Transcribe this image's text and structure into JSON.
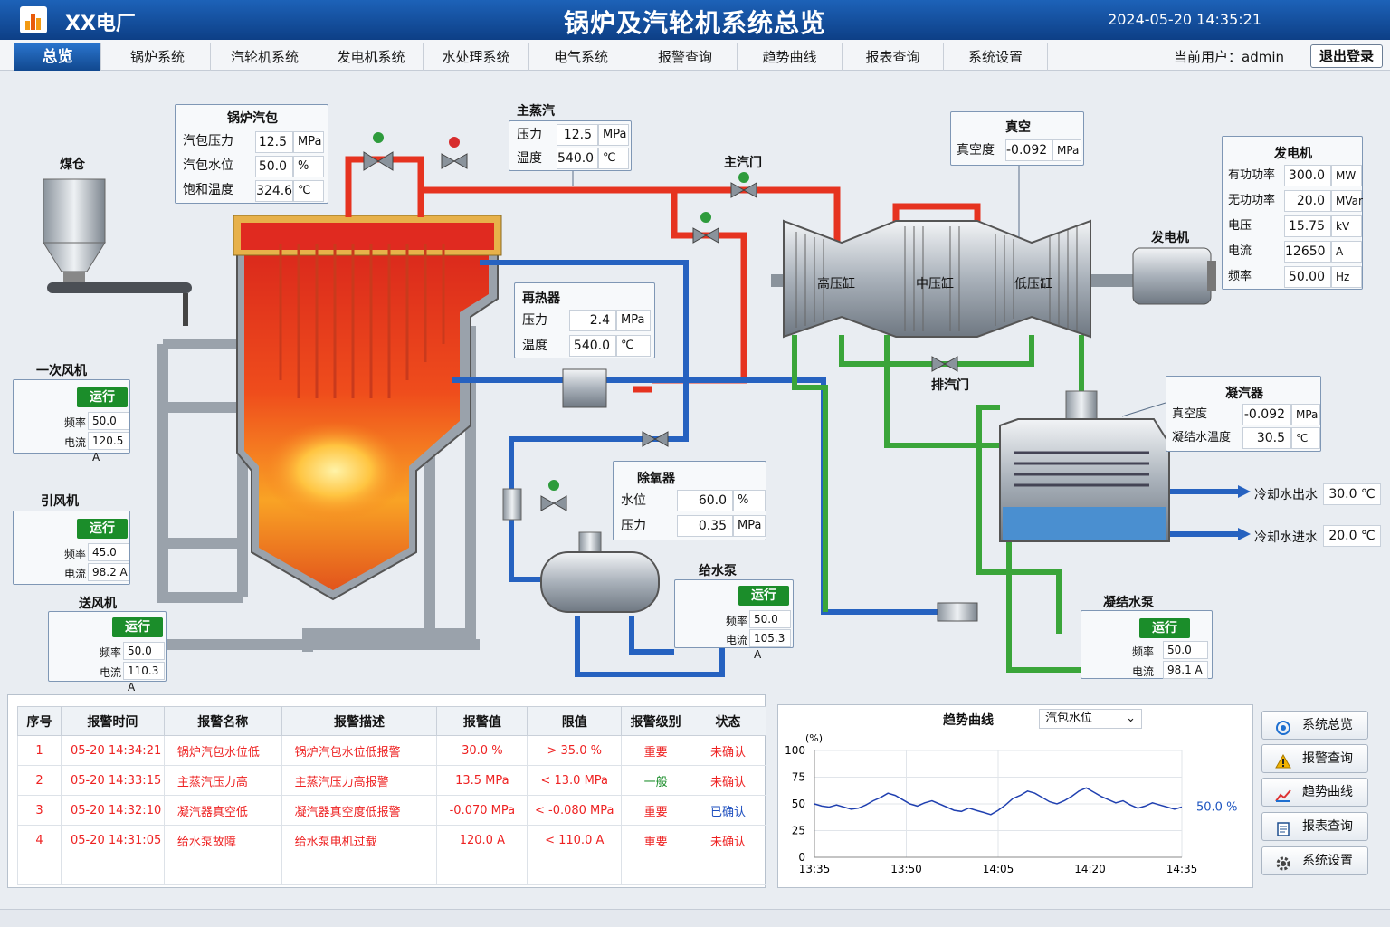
{
  "header": {
    "brand": "XX电厂",
    "title": "锅炉及汽轮机系统总览",
    "datetime": "2024-05-20 14:35:21"
  },
  "nav": {
    "tabs": [
      "总览",
      "锅炉系统",
      "汽轮机系统",
      "发电机系统",
      "水处理系统",
      "电气系统",
      "报警查询",
      "趋势曲线",
      "报表查询",
      "系统设置"
    ],
    "active": "总览",
    "user_label": "当前用户：admin",
    "logout": "退出登录"
  },
  "labels": {
    "coal_bunker": "煤仓",
    "main_steam_valve": "主汽门",
    "exhaust_valve": "排汽门",
    "hp": "高压缸",
    "ip": "中压缸",
    "lp": "低压缸",
    "generator": "发电机",
    "cooling_out": "冷却水出水",
    "cooling_in": "冷却水进水"
  },
  "drum": {
    "title": "锅炉汽包",
    "rows": [
      {
        "label": "汽包压力",
        "value": "12.5",
        "unit": "MPa"
      },
      {
        "label": "汽包水位",
        "value": "50.0",
        "unit": "%"
      },
      {
        "label": "饱和温度",
        "value": "324.6",
        "unit": "℃"
      }
    ]
  },
  "main_steam": {
    "title": "主蒸汽",
    "rows": [
      {
        "label": "压力",
        "value": "12.5",
        "unit": "MPa"
      },
      {
        "label": "温度",
        "value": "540.0",
        "unit": "℃"
      }
    ]
  },
  "vacuum": {
    "title": "真空",
    "rows": [
      {
        "label": "真空度",
        "value": "-0.092",
        "unit": "MPa"
      }
    ]
  },
  "gen_panel": {
    "title": "发电机",
    "rows": [
      {
        "label": "有功功率",
        "value": "300.0",
        "unit": "MW"
      },
      {
        "label": "无功功率",
        "value": "20.0",
        "unit": "MVar"
      },
      {
        "label": "电压",
        "value": "15.75",
        "unit": "kV"
      },
      {
        "label": "电流",
        "value": "12650",
        "unit": "A"
      },
      {
        "label": "频率",
        "value": "50.00",
        "unit": "Hz"
      }
    ]
  },
  "reheater": {
    "title": "再热器",
    "rows": [
      {
        "label": "压力",
        "value": "2.4",
        "unit": "MPa"
      },
      {
        "label": "温度",
        "value": "540.0",
        "unit": "℃"
      }
    ]
  },
  "deaerator": {
    "title": "除氧器",
    "rows": [
      {
        "label": "水位",
        "value": "60.0",
        "unit": "%"
      },
      {
        "label": "压力",
        "value": "0.35",
        "unit": "MPa"
      }
    ]
  },
  "condenser": {
    "title": "凝汽器",
    "rows": [
      {
        "label": "真空度",
        "value": "-0.092",
        "unit": "MPa"
      },
      {
        "label": "凝结水温度",
        "value": "30.5",
        "unit": "℃"
      }
    ]
  },
  "cooling": {
    "out_value": "30.0 ℃",
    "in_value": "20.0 ℃"
  },
  "devices": {
    "primary_fan": {
      "name": "一次风机",
      "status": "运行",
      "freq_label": "频率",
      "freq": "50.0 Hz",
      "cur_label": "电流",
      "cur": "120.5 A"
    },
    "id_fan": {
      "name": "引风机",
      "status": "运行",
      "freq_label": "频率",
      "freq": "45.0 Hz",
      "cur_label": "电流",
      "cur": "98.2 A"
    },
    "fd_fan": {
      "name": "送风机",
      "status": "运行",
      "freq_label": "频率",
      "freq": "50.0 Hz",
      "cur_label": "电流",
      "cur": "110.3 A"
    },
    "feed_pump": {
      "name": "给水泵",
      "status": "运行",
      "freq_label": "频率",
      "freq": "50.0 Hz",
      "cur_label": "电流",
      "cur": "105.3 A"
    },
    "cond_pump": {
      "name": "凝结水泵",
      "status": "运行",
      "freq_label": "频率",
      "freq": "50.0 Hz",
      "cur_label": "电流",
      "cur": "98.1 A"
    }
  },
  "alarms": {
    "headers": [
      "序号",
      "报警时间",
      "报警名称",
      "报警描述",
      "报警值",
      "限值",
      "报警级别",
      "状态"
    ],
    "rows": [
      [
        "1",
        "05-20 14:34:21",
        "锅炉汽包水位低",
        "锅炉汽包水位低报警",
        "30.0 %",
        "> 35.0 %",
        "重要",
        "未确认"
      ],
      [
        "2",
        "05-20 14:33:15",
        "主蒸汽压力高",
        "主蒸汽压力高报警",
        "13.5 MPa",
        "< 13.0 MPa",
        "一般",
        "未确认"
      ],
      [
        "3",
        "05-20 14:32:10",
        "凝汽器真空低",
        "凝汽器真空度低报警",
        "-0.070 MPa",
        "< -0.080 MPa",
        "重要",
        "已确认"
      ],
      [
        "4",
        "05-20 14:31:05",
        "给水泵故障",
        "给水泵电机过载",
        "120.0 A",
        "< 110.0 A",
        "重要",
        "未确认"
      ]
    ]
  },
  "trend": {
    "title": "趋势曲线",
    "select": "汽包水位",
    "current": "50.0 %"
  },
  "chart_data": {
    "type": "line",
    "ylabel": "(%)",
    "ylim": [
      0,
      100
    ],
    "yticks": [
      0,
      25,
      50,
      75,
      100
    ],
    "xticks": [
      "13:35",
      "13:50",
      "14:05",
      "14:20",
      "14:35"
    ],
    "series": [
      {
        "values": [
          50,
          48,
          47,
          49,
          47,
          45,
          46,
          49,
          53,
          56,
          60,
          58,
          54,
          50,
          48,
          51,
          53,
          50,
          47,
          44,
          43,
          46,
          44,
          42,
          40,
          44,
          49,
          55,
          58,
          62,
          60,
          56,
          52,
          50,
          53,
          57,
          62,
          65,
          61,
          57,
          54,
          51,
          53,
          49,
          46,
          48,
          51,
          49,
          47,
          45,
          47
        ]
      }
    ]
  },
  "side_buttons": [
    "系统总览",
    "报警查询",
    "趋势曲线",
    "报表查询",
    "系统设置"
  ]
}
